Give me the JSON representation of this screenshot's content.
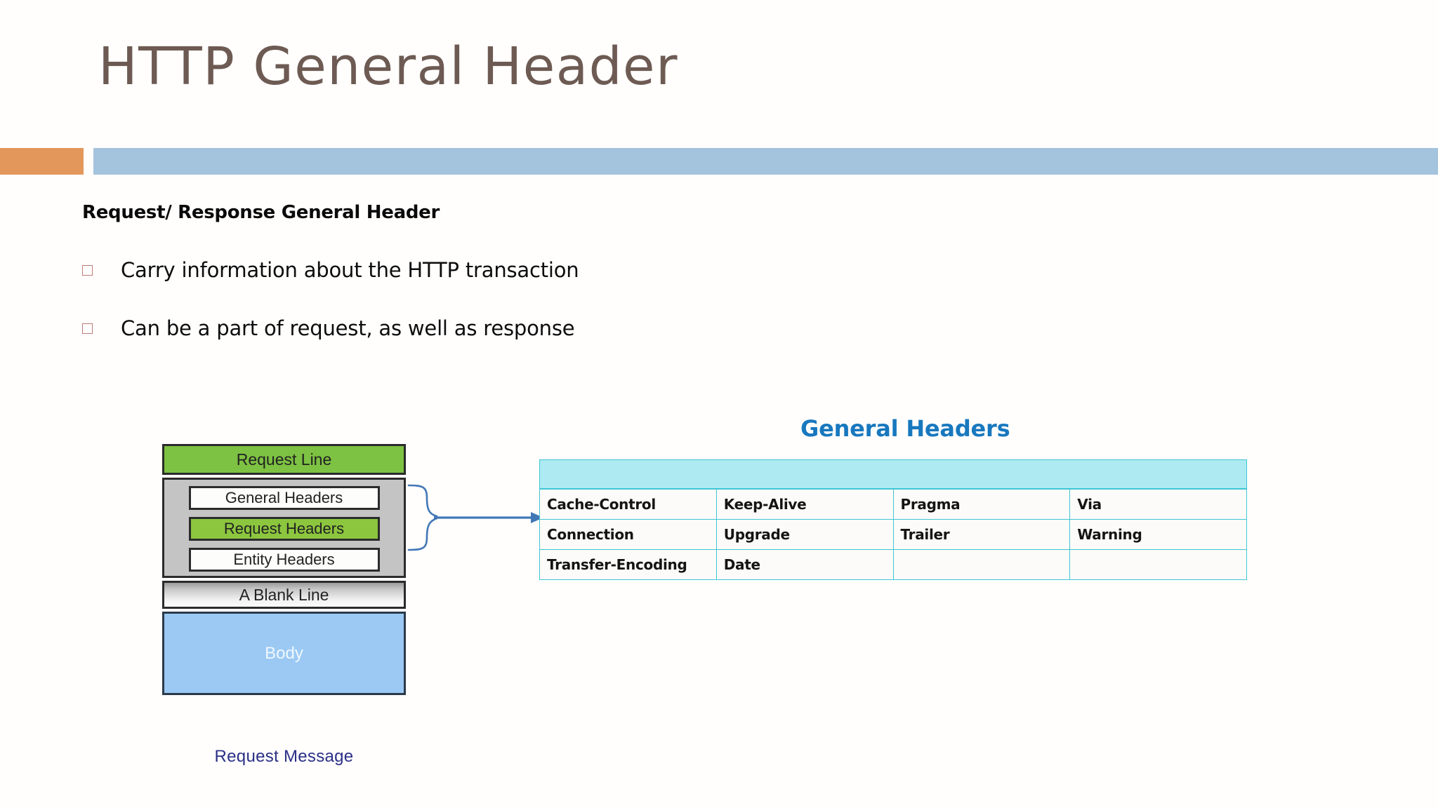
{
  "slide": {
    "title": "HTTP General Header"
  },
  "content": {
    "heading": "Request/ Response General Header",
    "bullets": [
      {
        "marker": "hollow-square-bullet",
        "text": "Carry information about the HTTP transaction"
      },
      {
        "marker": "hollow-square-bullet",
        "text": "Can be a part of request, as well as response"
      }
    ]
  },
  "diagram": {
    "request_line": "Request Line",
    "headers_group": {
      "general_headers": "General Headers",
      "request_headers": "Request Headers",
      "entity_headers": "Entity Headers"
    },
    "blank_line": "A Blank Line",
    "body": "Body",
    "caption": "Request Message",
    "connector": "brace-arrow-connector"
  },
  "general_headers": {
    "title": "General Headers",
    "rows": [
      [
        "Cache-Control",
        "Keep-Alive",
        "Pragma",
        "Via"
      ],
      [
        "Connection",
        "Upgrade",
        "Trailer",
        "Warning"
      ],
      [
        "Transfer-Encoding",
        "Date",
        "",
        ""
      ]
    ]
  },
  "colors": {
    "title_text": "#6d5b53",
    "divider_orange": "#e3975a",
    "divider_blue": "#a4c3dd",
    "bullet_marker": "#c07b76",
    "diagram_green": "#7dc242",
    "diagram_gray": "#c4c4c4",
    "diagram_body_blue": "#9bc9f3",
    "caption_navy": "#2b2f86",
    "gh_title_blue": "#1878be",
    "table_band_cyan": "#aeeaf2",
    "table_border_cyan": "#3fc6d4",
    "connector_blue": "#4277b6"
  }
}
